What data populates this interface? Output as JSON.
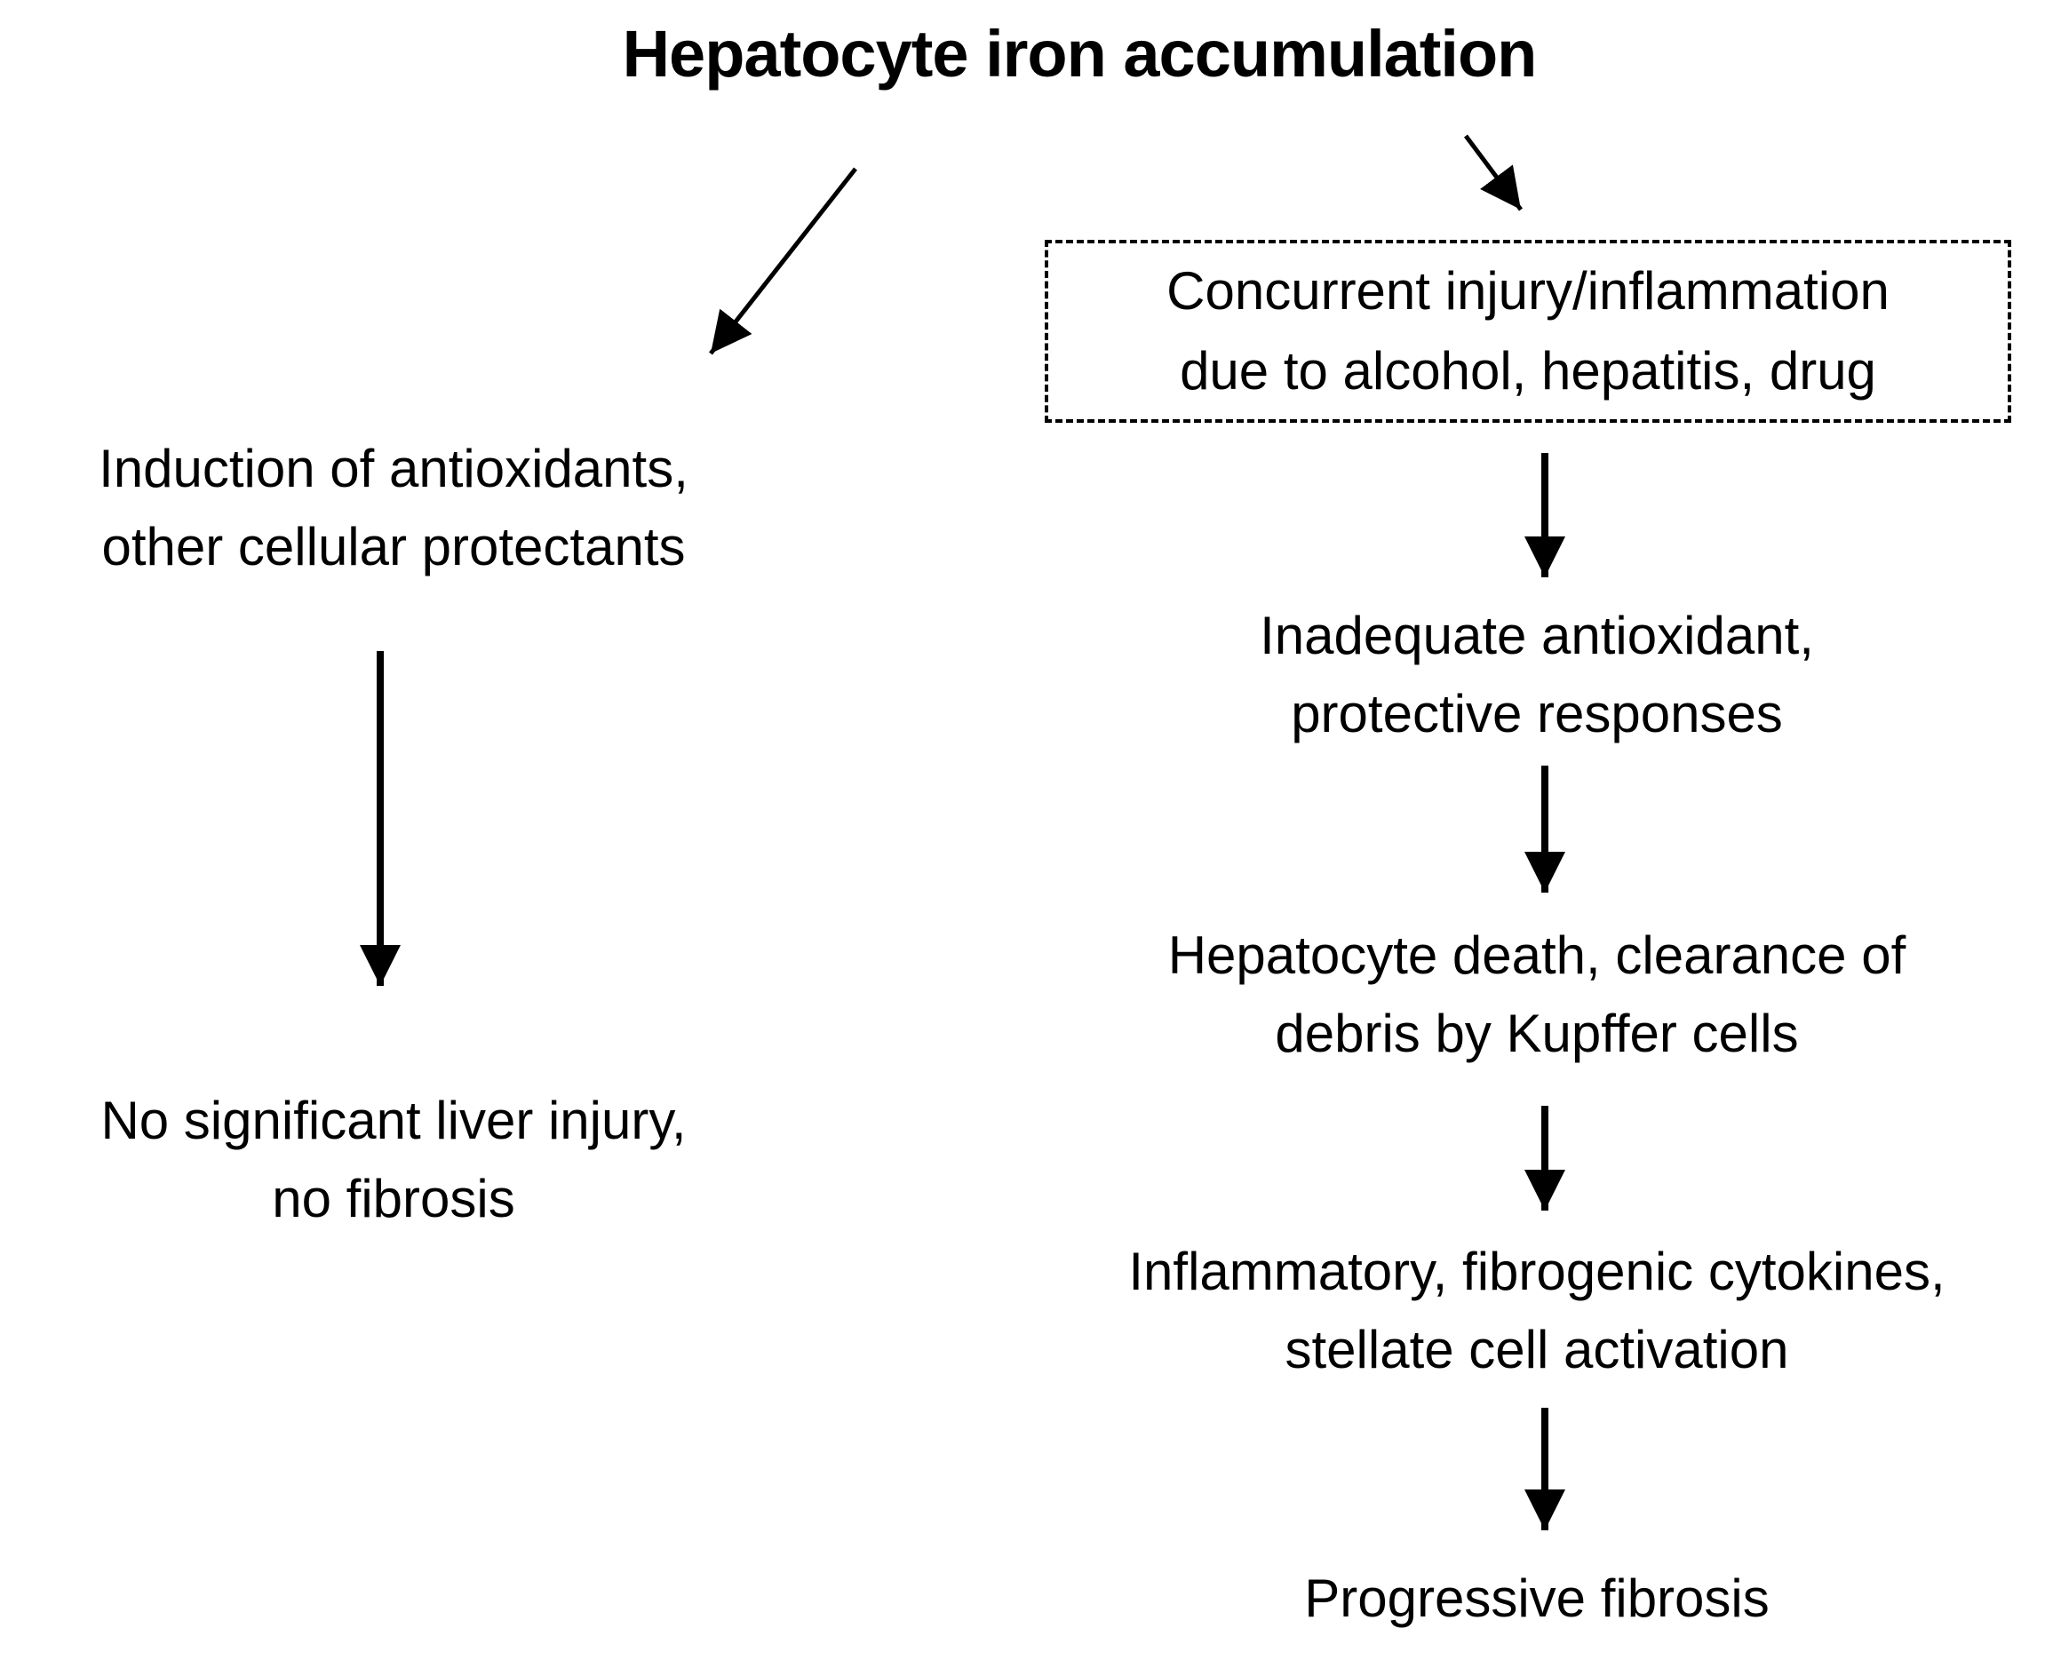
{
  "diagram": {
    "title": "Hepatocyte iron accumulation",
    "left_branch": {
      "induction": {
        "line1": "Induction of antioxidants,",
        "line2": "other cellular protectants"
      },
      "outcome": {
        "line1": "No significant liver injury,",
        "line2": "no fibrosis"
      }
    },
    "right_branch": {
      "concurrent_injury": {
        "line1": "Concurrent injury/inflammation",
        "line2": "due to alcohol, hepatitis, drug"
      },
      "inadequate_antioxidant": {
        "line1": "Inadequate antioxidant,",
        "line2": "protective responses"
      },
      "hepatocyte_death": {
        "line1": "Hepatocyte death, clearance of",
        "line2": "debris by Kupffer cells"
      },
      "inflammatory_cytokines": {
        "line1": "Inflammatory, fibrogenic cytokines,",
        "line2": "stellate cell activation"
      },
      "outcome": {
        "line1": "Progressive fibrosis"
      }
    },
    "colors": {
      "text": "#000000",
      "background": "#ffffff",
      "arrow": "#000000",
      "dashed_box_border": "#000000"
    }
  }
}
